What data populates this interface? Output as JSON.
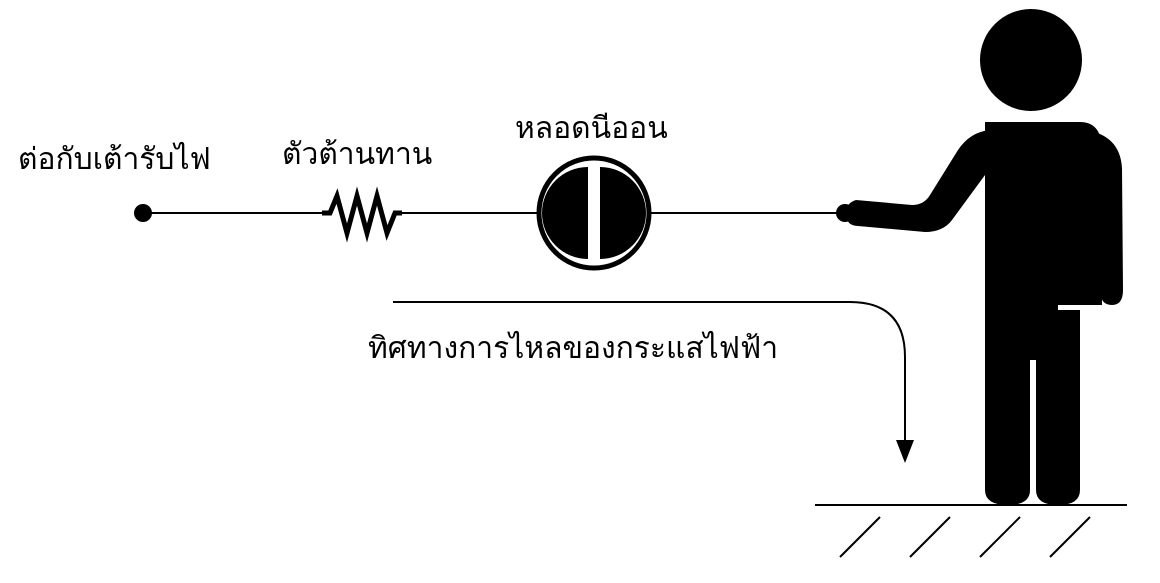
{
  "labels": {
    "outlet": "ต่อกับเต้ารับไฟ",
    "resistor": "ตัวต้านทาน",
    "neon_lamp": "หลอดนีออน",
    "current_direction": "ทิศทางการไหลของกระแสไฟฟ้า"
  },
  "colors": {
    "stroke": "#000000",
    "fill": "#000000",
    "background": "#ffffff"
  }
}
